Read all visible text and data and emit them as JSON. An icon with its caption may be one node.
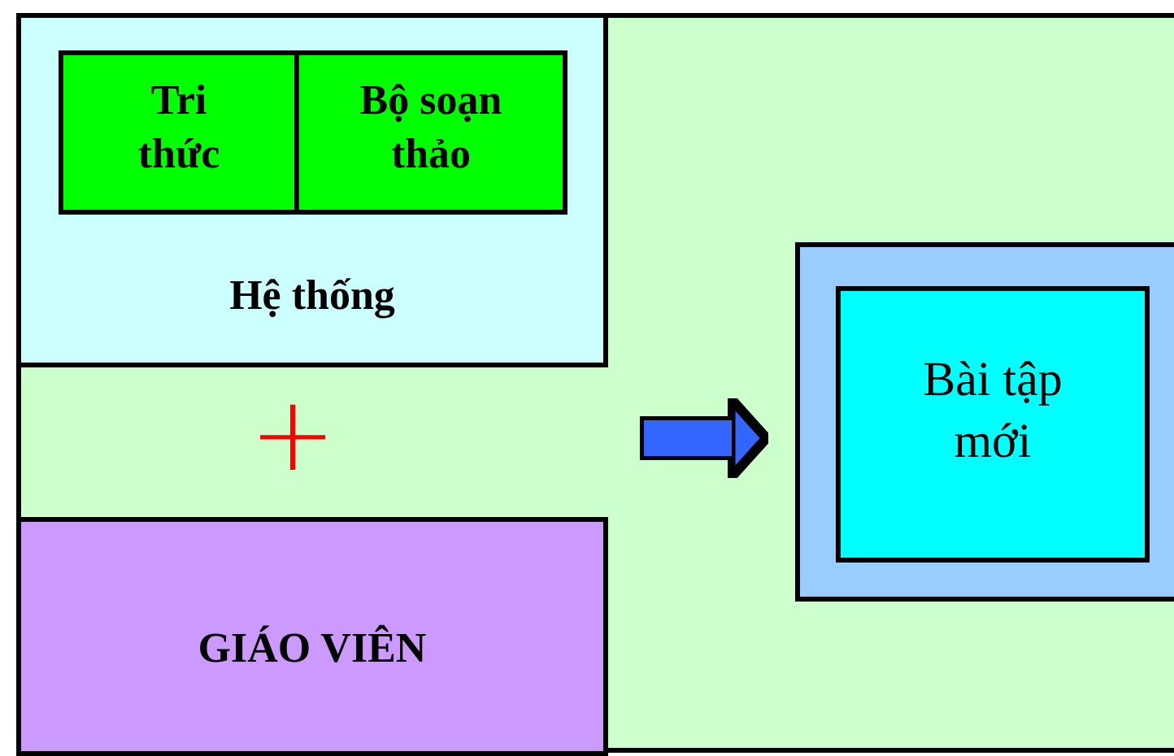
{
  "diagram": {
    "nodes": [
      {
        "text": [
          "Hệ thống"
        ]
      },
      {
        "text": [
          "Tri thức"
        ],
        "in": 0
      },
      {
        "text": [
          "Bộ soạn thảo"
        ],
        "in": 0
      },
      {
        "text": [
          "GIÁO VIÊN"
        ]
      },
      {
        "text": [],
        "shape": "box"
      },
      {
        "text": [
          "Bài tập mới"
        ],
        "in": 4
      }
    ],
    "edges": [
      {
        "from": null,
        "to": 4,
        "arrow": "to",
        "color": "#3366ff"
      }
    ],
    "labels": [
      "+"
    ]
  }
}
